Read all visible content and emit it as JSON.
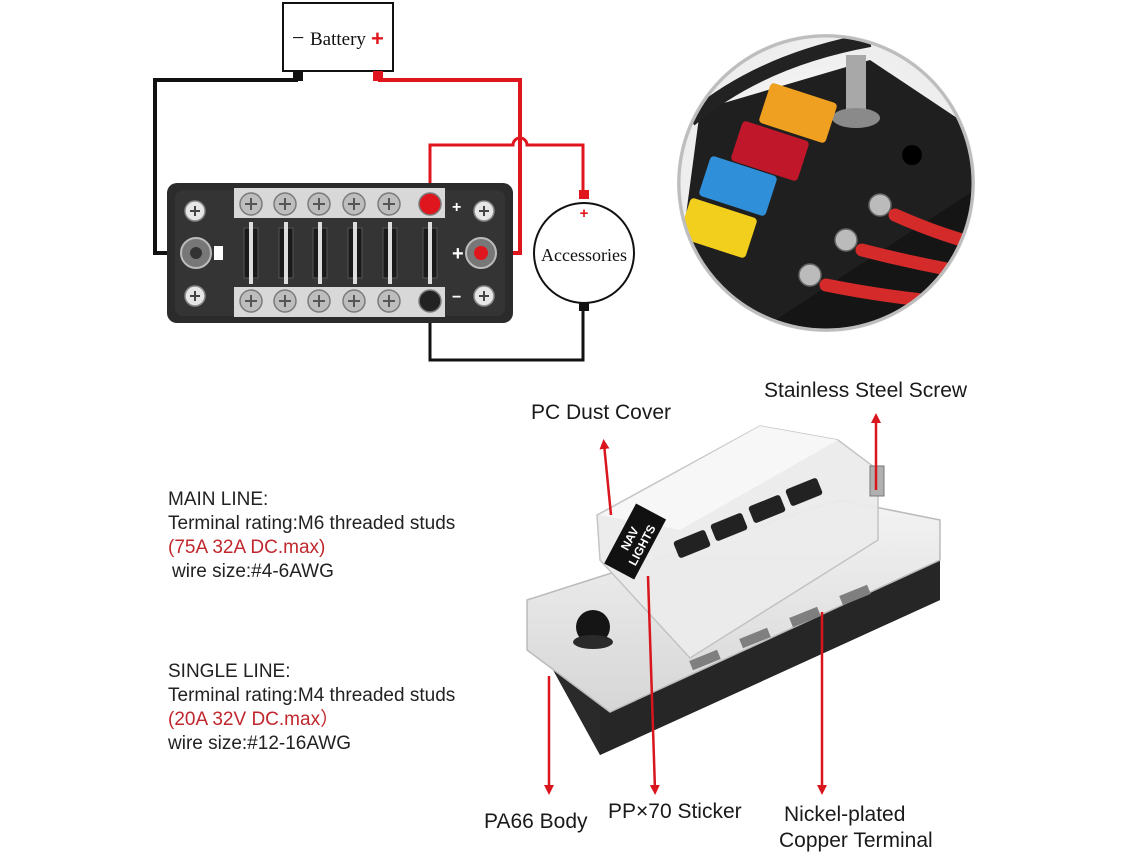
{
  "wiring": {
    "battery_label": "Battery",
    "battery_minus": "−",
    "battery_plus": "+",
    "accessories_label": "Accessories",
    "accessories_plus": "+",
    "block_minus_mark": "−",
    "block_plus_mark": "+"
  },
  "specs": {
    "main": {
      "heading": "MAIN LINE:",
      "rating": "Terminal rating:M6 threaded studs",
      "current": "(75A 32A DC.max)",
      "wire": "wire size:#4-6AWG"
    },
    "single": {
      "heading": "SINGLE LINE:",
      "rating": "Terminal rating:M4 threaded studs",
      "current": "(20A 32V DC.max）",
      "wire": "wire size:#12-16AWG"
    }
  },
  "callouts": {
    "dust_cover": "PC Dust Cover",
    "screw": "Stainless Steel Screw",
    "body": "PA66 Body",
    "sticker": "PP×70 Sticker",
    "terminal_line1": "Nickel-plated",
    "terminal_line2": "Copper Terminal"
  },
  "product": {
    "sticker_text_line1": "NAV",
    "sticker_text_line2": "LIGHTS"
  },
  "colors": {
    "wire_red": "#e0161e",
    "wire_black": "#111111",
    "arrow_red": "#d9151d",
    "spec_red": "#c0272d",
    "block_dark": "#2b2b2b"
  }
}
